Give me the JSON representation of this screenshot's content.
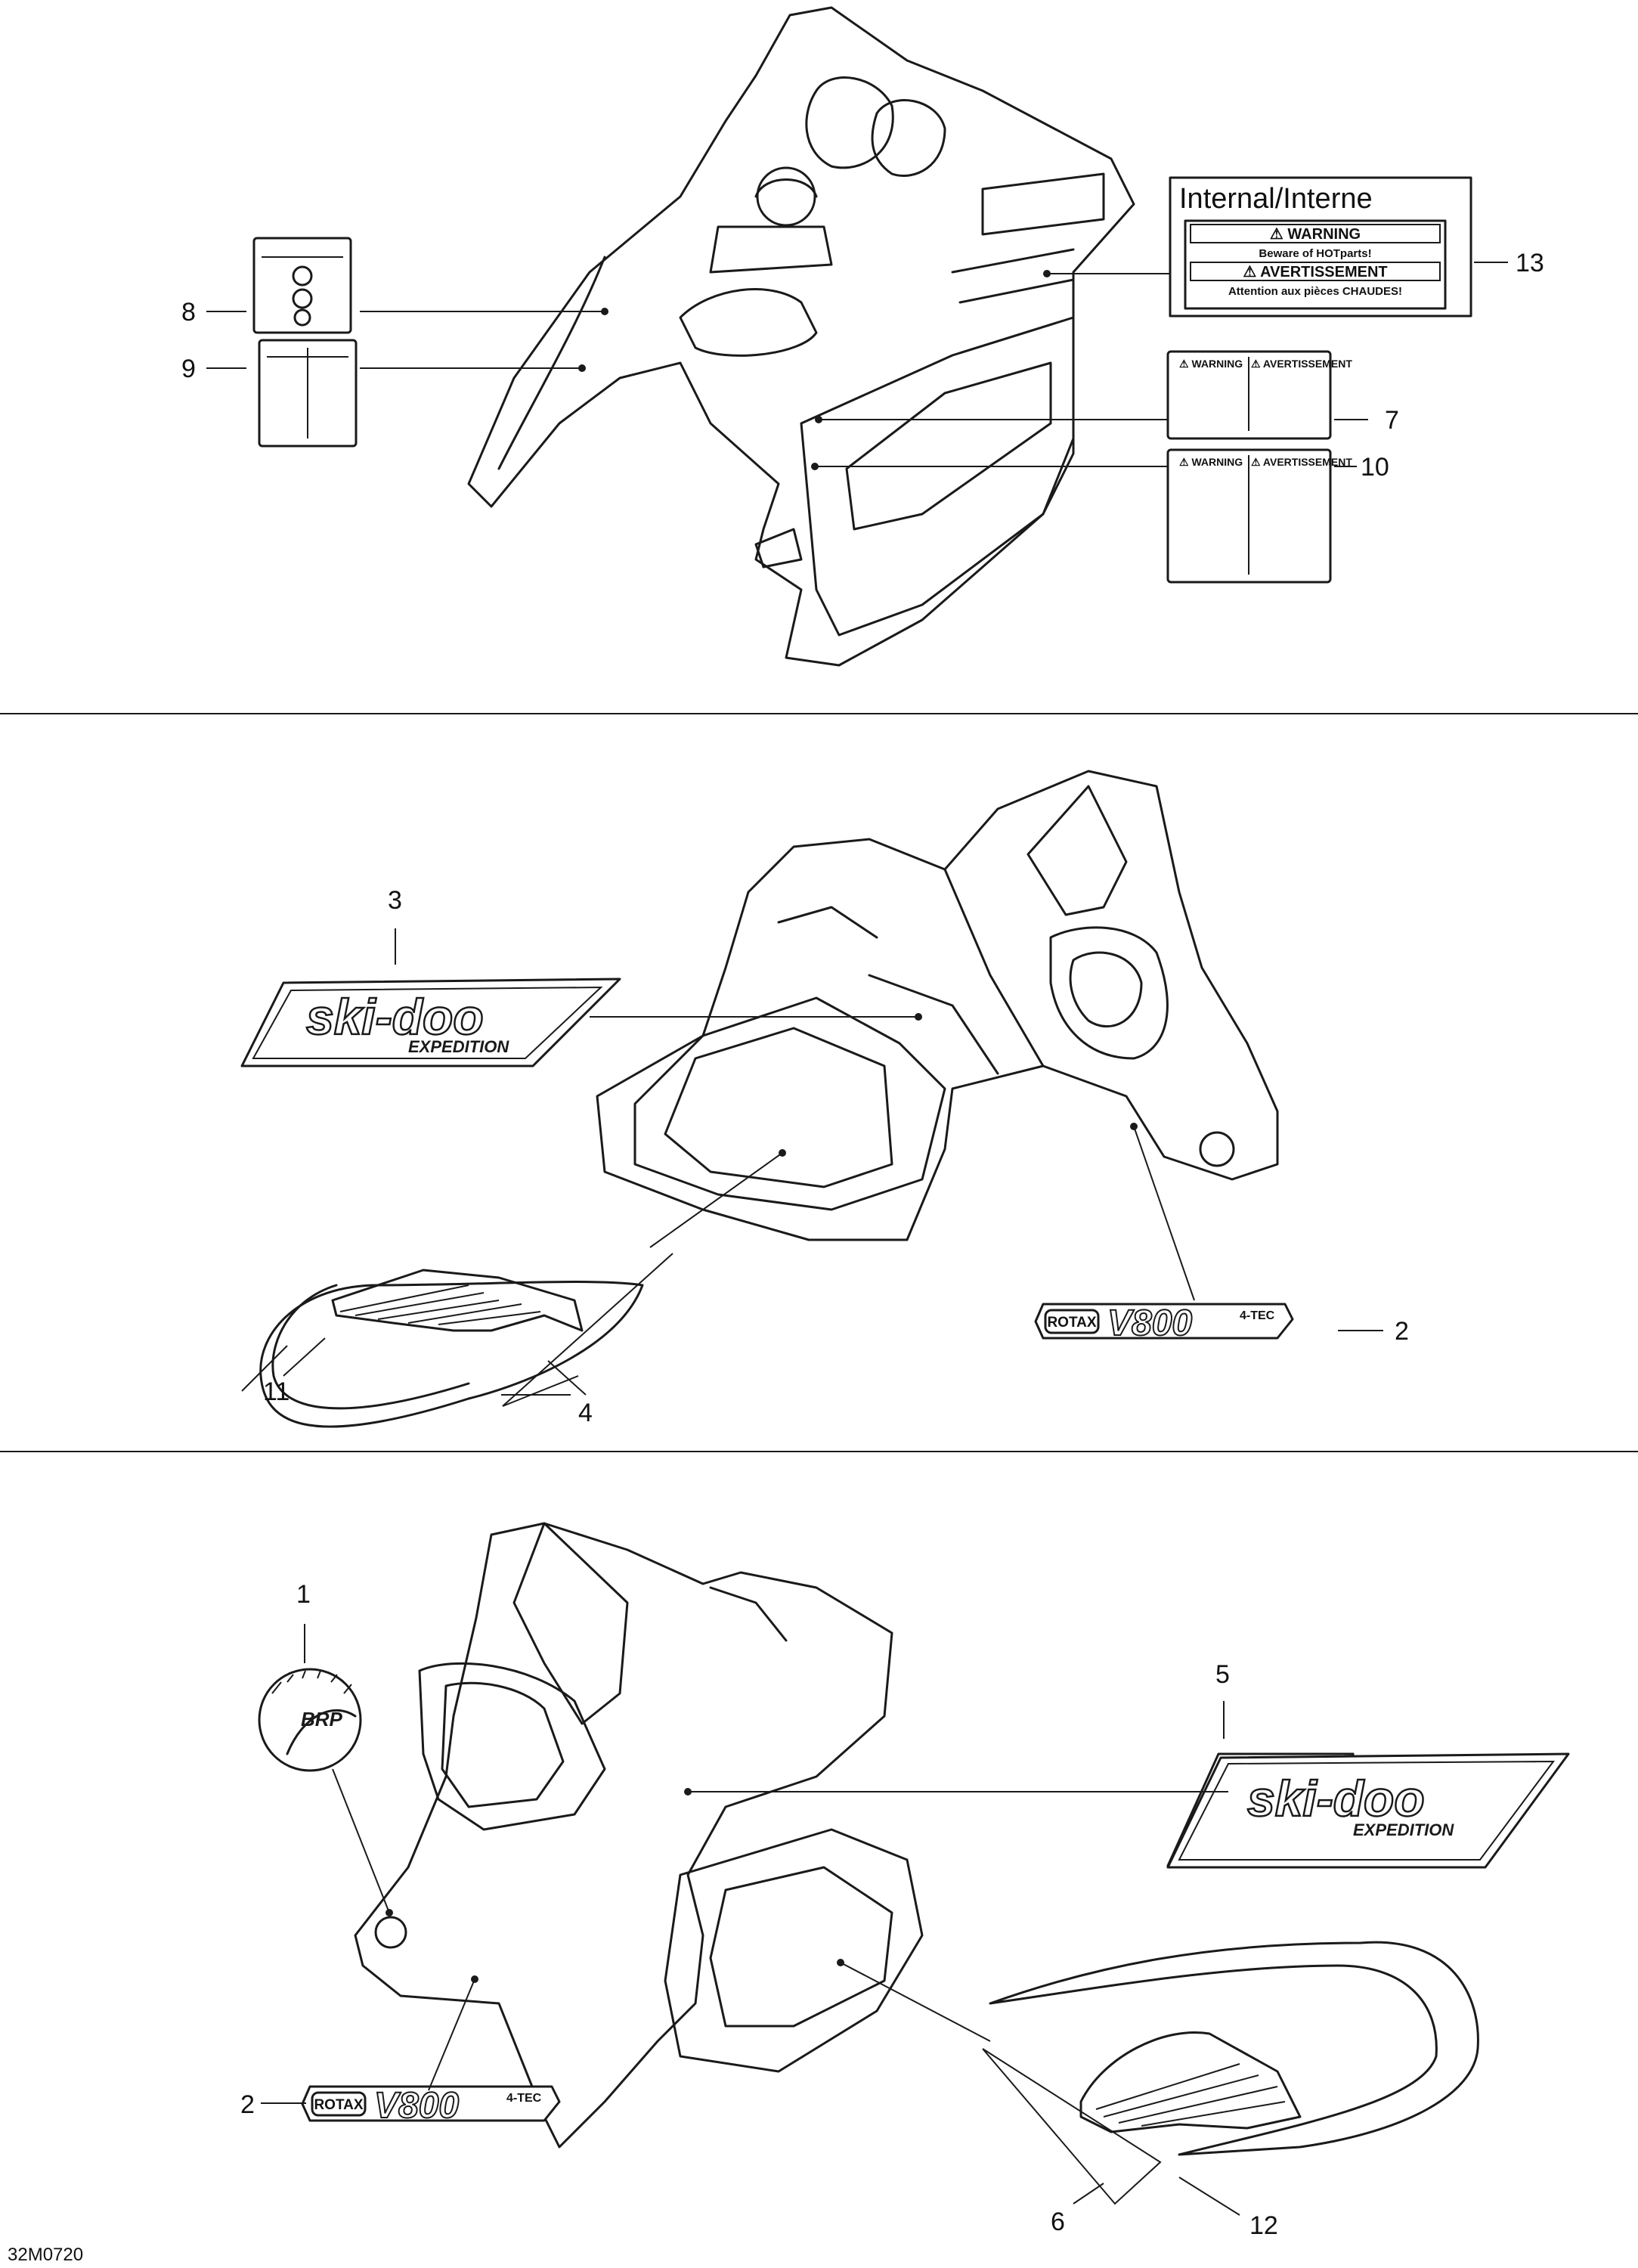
{
  "callouts": {
    "c1": "1",
    "c2a": "2",
    "c2b": "2",
    "c3": "3",
    "c4": "4",
    "c5": "5",
    "c6": "6",
    "c7": "7",
    "c8": "8",
    "c9": "9",
    "c10": "10",
    "c11": "11",
    "c12": "12",
    "c13": "13"
  },
  "internal_label": {
    "title": "Internal/Interne",
    "warning": "⚠ WARNING",
    "warning_text": "Beware of HOTparts!",
    "avertissement": "⚠ AVERTISSEMENT",
    "avertissement_text": "Attention aux pièces CHAUDES!"
  },
  "decals": {
    "skidoo_brand": "ski-doo",
    "skidoo_model": "EXPEDITION",
    "rotax_prefix": "ROTAX",
    "rotax_engine": "V800",
    "rotax_suffix": "4-TEC",
    "brp_logo": "BRP"
  },
  "warning_labels": {
    "warning": "⚠ WARNING",
    "avertissement": "⚠ AVERTISSEMENT"
  },
  "drawing_id": "32M0720",
  "colors": {
    "line": "#1a1a1a",
    "background": "#ffffff"
  }
}
